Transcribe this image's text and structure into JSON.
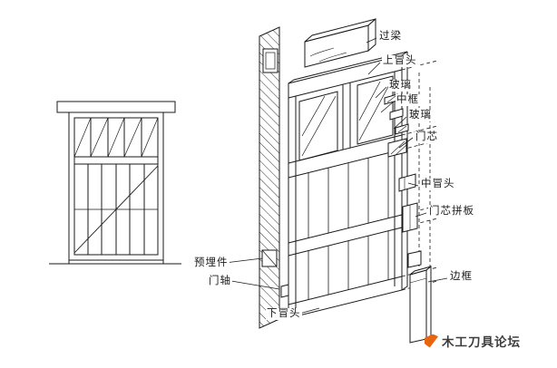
{
  "diagram": {
    "labels": {
      "lintel": "过梁",
      "top_rail": "上冒头",
      "glass_upper": "玻璃",
      "middle_frame": "中框",
      "glass_lower": "玻璃",
      "door_core": "门芯",
      "middle_rail": "中冒头",
      "core_panel_boards": "门芯拼板",
      "side_stile": "边框",
      "embedded_part": "预埋件",
      "door_pivot": "门轴",
      "bottom_rail": "下冒头"
    }
  },
  "watermark": {
    "text": "木工刀具论坛",
    "logo_color": "#e8650f"
  },
  "colors": {
    "line": "#1a1a1a",
    "background": "#ffffff"
  }
}
